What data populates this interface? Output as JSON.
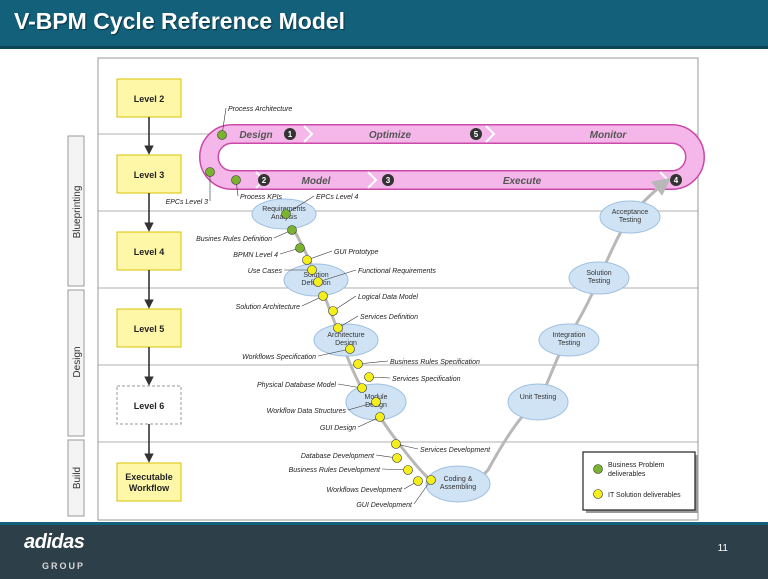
{
  "title": "V-BPM Cycle Reference Model",
  "footer": {
    "logo": "adidas",
    "logo_sub": "GROUP",
    "page": "11"
  },
  "sections": [
    "Blueprinting",
    "Design",
    "Build"
  ],
  "levels": [
    "Level 2",
    "Level 3",
    "Level 4",
    "Level 5",
    "Level 6",
    "Executable Workflow"
  ],
  "cycle": {
    "phases": [
      {
        "num": "1",
        "label": "Design"
      },
      {
        "num": "2",
        "label": "Model"
      },
      {
        "num": "3",
        "label": "Execute"
      },
      {
        "num": "4",
        "label": ""
      },
      {
        "num": "5",
        "label": "Optimize"
      }
    ],
    "monitor": "Monitor"
  },
  "left_ovals": [
    "Requirements Analysis",
    "Solution Definition",
    "Architecture Design",
    "Module Design",
    "Coding & Assembling"
  ],
  "right_ovals": [
    "Acceptance Testing",
    "Solution Testing",
    "Integration Testing",
    "Unit Testing"
  ],
  "deliverables": [
    {
      "text": "Process Architecture",
      "type": "business"
    },
    {
      "text": "EPCs Level 3",
      "type": "business"
    },
    {
      "text": "Process KPIs",
      "type": "business"
    },
    {
      "text": "EPCs Level 4",
      "type": "business"
    },
    {
      "text": "Busines Rules Definition",
      "type": "business"
    },
    {
      "text": "BPMN Level 4",
      "type": "business"
    },
    {
      "text": "GUI Prototype",
      "type": "it"
    },
    {
      "text": "Use Cases",
      "type": "it"
    },
    {
      "text": "Functional Requirements",
      "type": "it"
    },
    {
      "text": "Logical Data Model",
      "type": "it"
    },
    {
      "text": "Solution Architecture",
      "type": "it"
    },
    {
      "text": "Services Definition",
      "type": "it"
    },
    {
      "text": "Workflows Specification",
      "type": "it"
    },
    {
      "text": "Business Rules Specification",
      "type": "it"
    },
    {
      "text": "Services Specification",
      "type": "it"
    },
    {
      "text": "Physical Database Model",
      "type": "it"
    },
    {
      "text": "Workflow Data Structures",
      "type": "it"
    },
    {
      "text": "GUI Design",
      "type": "it"
    },
    {
      "text": "Services Development",
      "type": "it"
    },
    {
      "text": "Database Development",
      "type": "it"
    },
    {
      "text": "Business Rules Development",
      "type": "it"
    },
    {
      "text": "Workflows Development",
      "type": "it"
    },
    {
      "text": "GUI Development",
      "type": "it"
    }
  ],
  "legend": [
    {
      "label": "Business Problem deliverables",
      "color": "#7ab32e"
    },
    {
      "label": "IT Solution deliverables",
      "color": "#f4ee1a"
    }
  ],
  "colors": {
    "header": "#13607a",
    "level_box": "#fff7a8",
    "level_border": "#d9c300",
    "cycle_pink": "#f5b6ea",
    "oval": "#cfe3f5",
    "business_dot": "#7ab32e",
    "it_dot": "#f4ee1a"
  }
}
